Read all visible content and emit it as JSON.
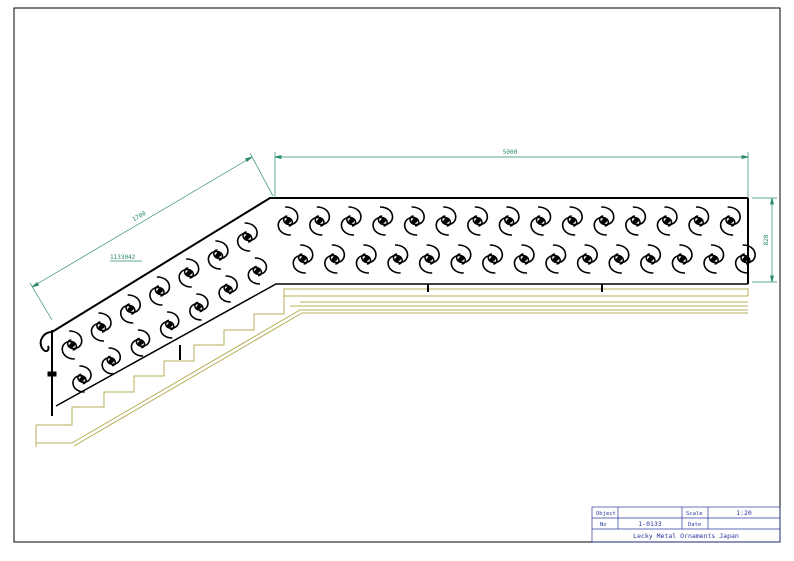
{
  "drawing": {
    "title": "Wrought iron stair railing elevation",
    "dimensions": {
      "horizontal_length": "5000",
      "sloped_length": "1700",
      "sloped_note": "1133042",
      "height": "820"
    },
    "title_block": {
      "object_label": "Object",
      "object_value": "",
      "scale_label": "Scale",
      "scale_value": "1:20",
      "no_label": "No",
      "no_value": "1-0133",
      "date_label": "Date",
      "date_value": "",
      "company": "Lecky Metal Ornaments Japan"
    },
    "colors": {
      "ironwork": "#000000",
      "dimension": "#2a8a6a",
      "stairs": "#b8ad5a",
      "title_block": "#2b3aa0"
    }
  }
}
